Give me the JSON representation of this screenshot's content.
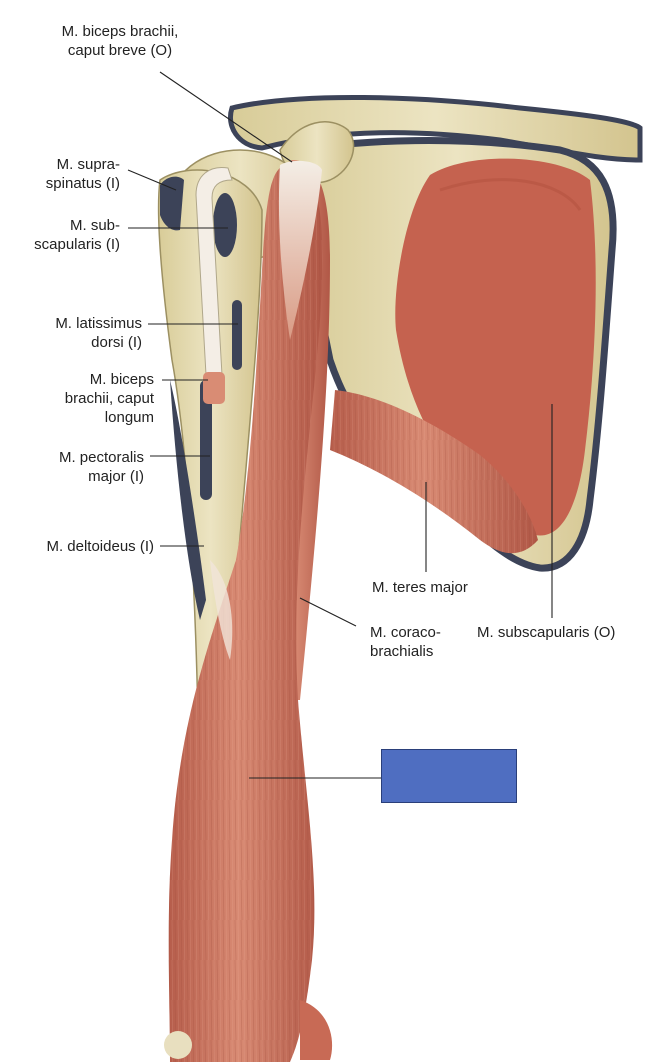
{
  "labels": {
    "biceps_short": "M. biceps brachii, caput breve (O)",
    "supraspinatus": "M. supra-spinatus (I)",
    "subscapularis_insertion": "M. sub-scapularis (I)",
    "latissimus": "M. latissimus dorsi (I)",
    "biceps_long": "M. biceps brachii, caput longum",
    "pectoralis": "M. pectoralis major (I)",
    "deltoideus": "M. deltoideus (I)",
    "teres_major": "M. teres major",
    "coracobrachialis": "M. coraco-brachialis",
    "subscapularis_origin": "M. subscapularis (O)"
  },
  "lines": {
    "biceps_short_1": "M. biceps brachii,",
    "biceps_short_2": "caput breve (O)",
    "supraspinatus_1": "M. supra-",
    "supraspinatus_2": "spinatus (I)",
    "subscapularis_1": "M. sub-",
    "subscapularis_2": "scapularis (I)",
    "latissimus_1": "M. latissimus",
    "latissimus_2": "dorsi (I)",
    "biceps_long_1": "M. biceps",
    "biceps_long_2": "brachii, caput",
    "biceps_long_3": "longum",
    "pectoralis_1": "M. pectoralis",
    "pectoralis_2": "major (I)",
    "deltoideus_1": "M. deltoideus (I)",
    "teres_major_1": "M. teres major",
    "coracobrachialis_1": "M. coraco-",
    "coracobrachialis_2": "brachialis",
    "subscapularis_origin_1": "M. subscapularis (O)"
  },
  "answer_box": {
    "text": "",
    "color": "#4f6ec1"
  },
  "colors": {
    "muscle": "#c8705c",
    "muscle_dark": "#a9503f",
    "bone": "#e7ddb5",
    "insertion": "#3c4358",
    "scapula_face": "#c5624f",
    "tendon": "#f2ece4"
  }
}
